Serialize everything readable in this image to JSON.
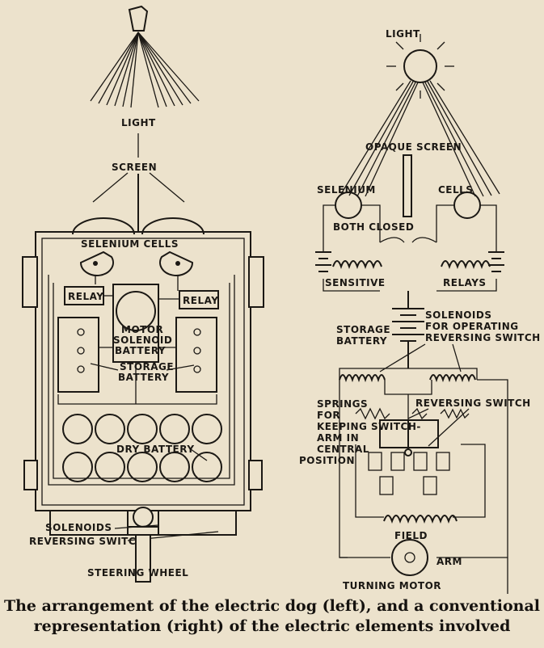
{
  "left_diagram": {
    "light": "LIGHT",
    "screen": "SCREEN",
    "selenium_cells": "SELENIUM CELLS",
    "relay_left": "RELAY",
    "relay_right": "RELAY",
    "motor_solenoid_battery": [
      "MOTOR",
      "SOLENOID",
      "BATTERY"
    ],
    "storage_battery": [
      "STORAGE",
      "BATTERY"
    ],
    "dry_battery": "DRY BATTERY",
    "solenoids": "SOLENOIDS",
    "reversing_switch": "REVERSING SWITCH",
    "steering_wheel": "STEERING WHEEL"
  },
  "right_diagram": {
    "light": "LIGHT",
    "opaque_screen": "OPAQUE SCREEN",
    "selenium": "SELENIUM",
    "cells": "CELLS",
    "both_closed": "BOTH CLOSED",
    "sensitive": "SENSITIVE",
    "relays": "RELAYS",
    "solenoids_for_operating": [
      "SOLENOIDS",
      "FOR OPERATING",
      "REVERSING SWITCH"
    ],
    "storage_battery": [
      "STORAGE",
      "BATTERY"
    ],
    "springs": [
      "SPRINGS",
      "FOR",
      "KEEPING SWITCH-",
      "ARM IN",
      "CENTRAL",
      "POSITION"
    ],
    "reversing_switch": "REVERSING SWITCH",
    "field": "FIELD",
    "arm": "ARM",
    "turning_motor": "TURNING MOTOR"
  },
  "caption": [
    "The arrangement of the electric dog (left), and a conventional",
    "representation (right) of the electric elements involved"
  ]
}
